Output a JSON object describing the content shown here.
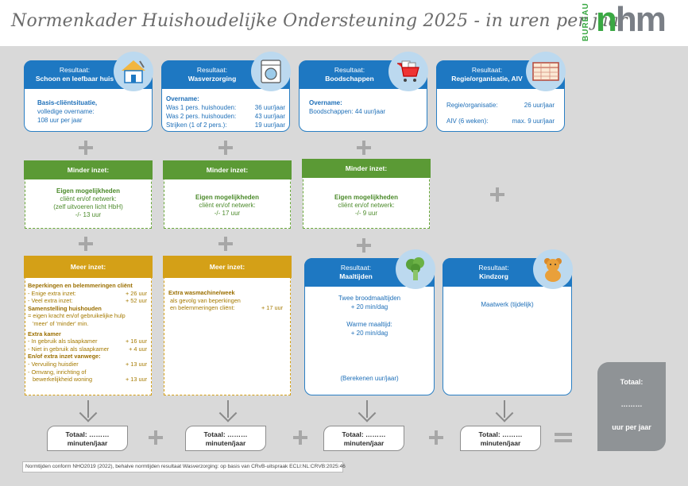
{
  "title": "Normenkader Huishoudelijke Ondersteuning 2025 - in uren per jaar",
  "logo": {
    "bureau": "BUREAU",
    "text": "nhm"
  },
  "results": [
    {
      "label": "Resultaat:",
      "name": "Schoon en leefbaar huis",
      "icon": "house-icon",
      "lines": [
        {
          "text": "Basis-cliëntsituatie,"
        },
        {
          "text": "volledige overname:"
        },
        {
          "text": "108 uur per jaar"
        }
      ]
    },
    {
      "label": "Resultaat:",
      "name": "Wasverzorging",
      "icon": "washing-machine-icon",
      "heading": "Overname:",
      "rows": [
        {
          "label": "Was 1 pers. huishouden:",
          "value": "36 uur/jaar"
        },
        {
          "label": "Was 2 pers. huishouden:",
          "value": "43 uur/jaar"
        },
        {
          "label": "Strijken (1 of 2 pers.):",
          "value": "19 uur/jaar"
        }
      ]
    },
    {
      "label": "Resultaat:",
      "name": "Boodschappen",
      "icon": "shopping-cart-icon",
      "heading": "Overname:",
      "line": "Boodschappen: 44 uur/jaar"
    },
    {
      "label": "Resultaat:",
      "name": "Regie/organisatie, AIV",
      "icon": "planner-icon",
      "rows": [
        {
          "label": "Regie/organisatie:",
          "value": "26 uur/jaar"
        },
        {
          "label": "AIV (6 weken):",
          "value": "max. 9 uur/jaar"
        }
      ]
    }
  ],
  "minder": [
    {
      "header": "Minder inzet:",
      "title": "Eigen mogelijkheden",
      "lines": [
        "cliënt en/of netwerk:",
        "(zelf uitvoeren licht HbH)",
        "-/- 13 uur"
      ]
    },
    {
      "header": "Minder inzet:",
      "title": "Eigen mogelijkheden",
      "lines": [
        "cliënt en/of netwerk:",
        "-/- 17 uur"
      ]
    },
    {
      "header": "Minder inzet:",
      "title": "Eigen mogelijkheden",
      "lines": [
        "cliënt en/of netwerk:",
        "-/- 9 uur"
      ]
    }
  ],
  "meer": [
    {
      "header": "Meer inzet:",
      "items": [
        {
          "type": "h",
          "text": "Beperkingen en belemmeringen cliënt"
        },
        {
          "type": "r",
          "label": "- Enige extra inzet:",
          "value": "+ 26 uur"
        },
        {
          "type": "r",
          "label": "- Veel extra inzet:",
          "value": "+ 52 uur"
        },
        {
          "type": "h",
          "text": "Samenstelling huishouden"
        },
        {
          "type": "t",
          "text": "= eigen kracht en/of gebruikelijke hulp"
        },
        {
          "type": "t",
          "text": "'meer' of 'minder' min."
        },
        {
          "type": "h",
          "text": "Extra kamer"
        },
        {
          "type": "r",
          "label": "- In gebruik als slaapkamer",
          "value": "+ 16 uur"
        },
        {
          "type": "r",
          "label": "- Niet in gebruik als slaapkamer",
          "value": "+ 4 uur"
        },
        {
          "type": "h",
          "text": "En/of extra inzet vanwege:"
        },
        {
          "type": "r",
          "label": "- Vervuiling huisdier",
          "value": "+ 13 uur"
        },
        {
          "type": "t",
          "text": "- Omvang, inrichting of"
        },
        {
          "type": "r",
          "label": "  bewerkelijkheid woning",
          "value": "+ 13 uur"
        }
      ]
    },
    {
      "header": "Meer inzet:",
      "items": [
        {
          "type": "h",
          "text": "Extra wasmachine/week"
        },
        {
          "type": "t",
          "text": "als gevolg van beperkingen"
        },
        {
          "type": "r",
          "label": "en belemmeringen cliënt:",
          "value": "+ 17 uur"
        }
      ]
    }
  ],
  "maaltijden": {
    "label": "Resultaat:",
    "name": "Maaltijden",
    "icon": "broccoli-icon",
    "lines": [
      "Twee broodmaaltijden",
      "+ 20 min/dag",
      "",
      "Warme maaltijd:",
      "+ 20 min/dag"
    ],
    "footer": "(Berekenen uur/jaar)"
  },
  "kindzorg": {
    "label": "Resultaat:",
    "name": "Kindzorg",
    "icon": "teddy-bear-icon",
    "line": "Maatwerk (tijdelijk)"
  },
  "totals": [
    {
      "line1": "Totaal: ………",
      "line2": "minuten/jaar"
    },
    {
      "line1": "Totaal: ………",
      "line2": "minuten/jaar"
    },
    {
      "line1": "Totaal: ………",
      "line2": "minuten/jaar"
    },
    {
      "line1": "Totaal: ………",
      "line2": "minuten/jaar"
    }
  ],
  "grand_total": {
    "label": "Totaal:",
    "dots": "………",
    "unit": "uur per jaar"
  },
  "footnote": "Normtijden conform NHO2019 (2022), behalve normtijden resultaat Wasverzorging: op basis van CRvB-uitspraak ECLI:NL:CRVB:2025:46",
  "colors": {
    "blue": "#1e78c2",
    "green": "#5b9a35",
    "yellow": "#d4a017",
    "grey": "#8f9396"
  }
}
